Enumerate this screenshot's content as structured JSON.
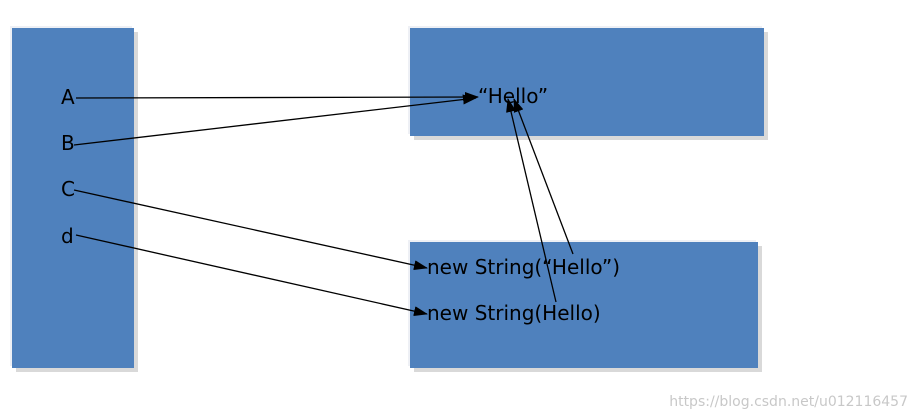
{
  "stack": {
    "variables": [
      "A",
      "B",
      "C",
      "d"
    ]
  },
  "string_pool": {
    "literal": "“Hello”"
  },
  "heap": {
    "objects": [
      "new  String(“Hello”)",
      "new String(Hello)"
    ]
  },
  "watermark": "https://blog.csdn.net/u012116457",
  "colors": {
    "box_fill": "#4f81bd",
    "box_shadow": "#d9d9d9",
    "arrow": "#000000",
    "watermark": "#c8c8c8"
  }
}
